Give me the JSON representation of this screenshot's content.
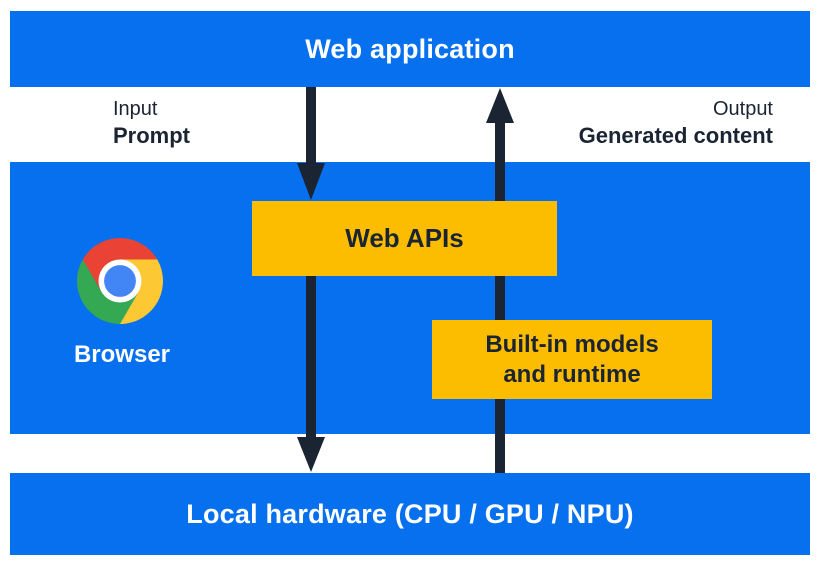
{
  "colors": {
    "layer_blue": "#0770ee",
    "box_yellow": "#fcbd00",
    "arrow_navy": "#1b2433",
    "text_white": "#ffffff",
    "chrome_red": "#ea4335",
    "chrome_green": "#34a853",
    "chrome_yellow": "#fcc934",
    "chrome_blue": "#4285f4"
  },
  "layers": {
    "web_application": {
      "label": "Web application"
    },
    "browser": {
      "label": "Browser",
      "web_apis_label": "Web APIs",
      "built_in_models_line1": "Built-in models",
      "built_in_models_line2": "and runtime"
    },
    "local_hardware": {
      "label": "Local hardware (CPU / GPU / NPU)"
    }
  },
  "io": {
    "input": {
      "title": "Input",
      "value": "Prompt"
    },
    "output": {
      "title": "Output",
      "value": "Generated content"
    }
  },
  "icons": {
    "chrome": "chrome-logo",
    "arrow_down": "down-arrow",
    "arrow_up": "up-arrow"
  }
}
